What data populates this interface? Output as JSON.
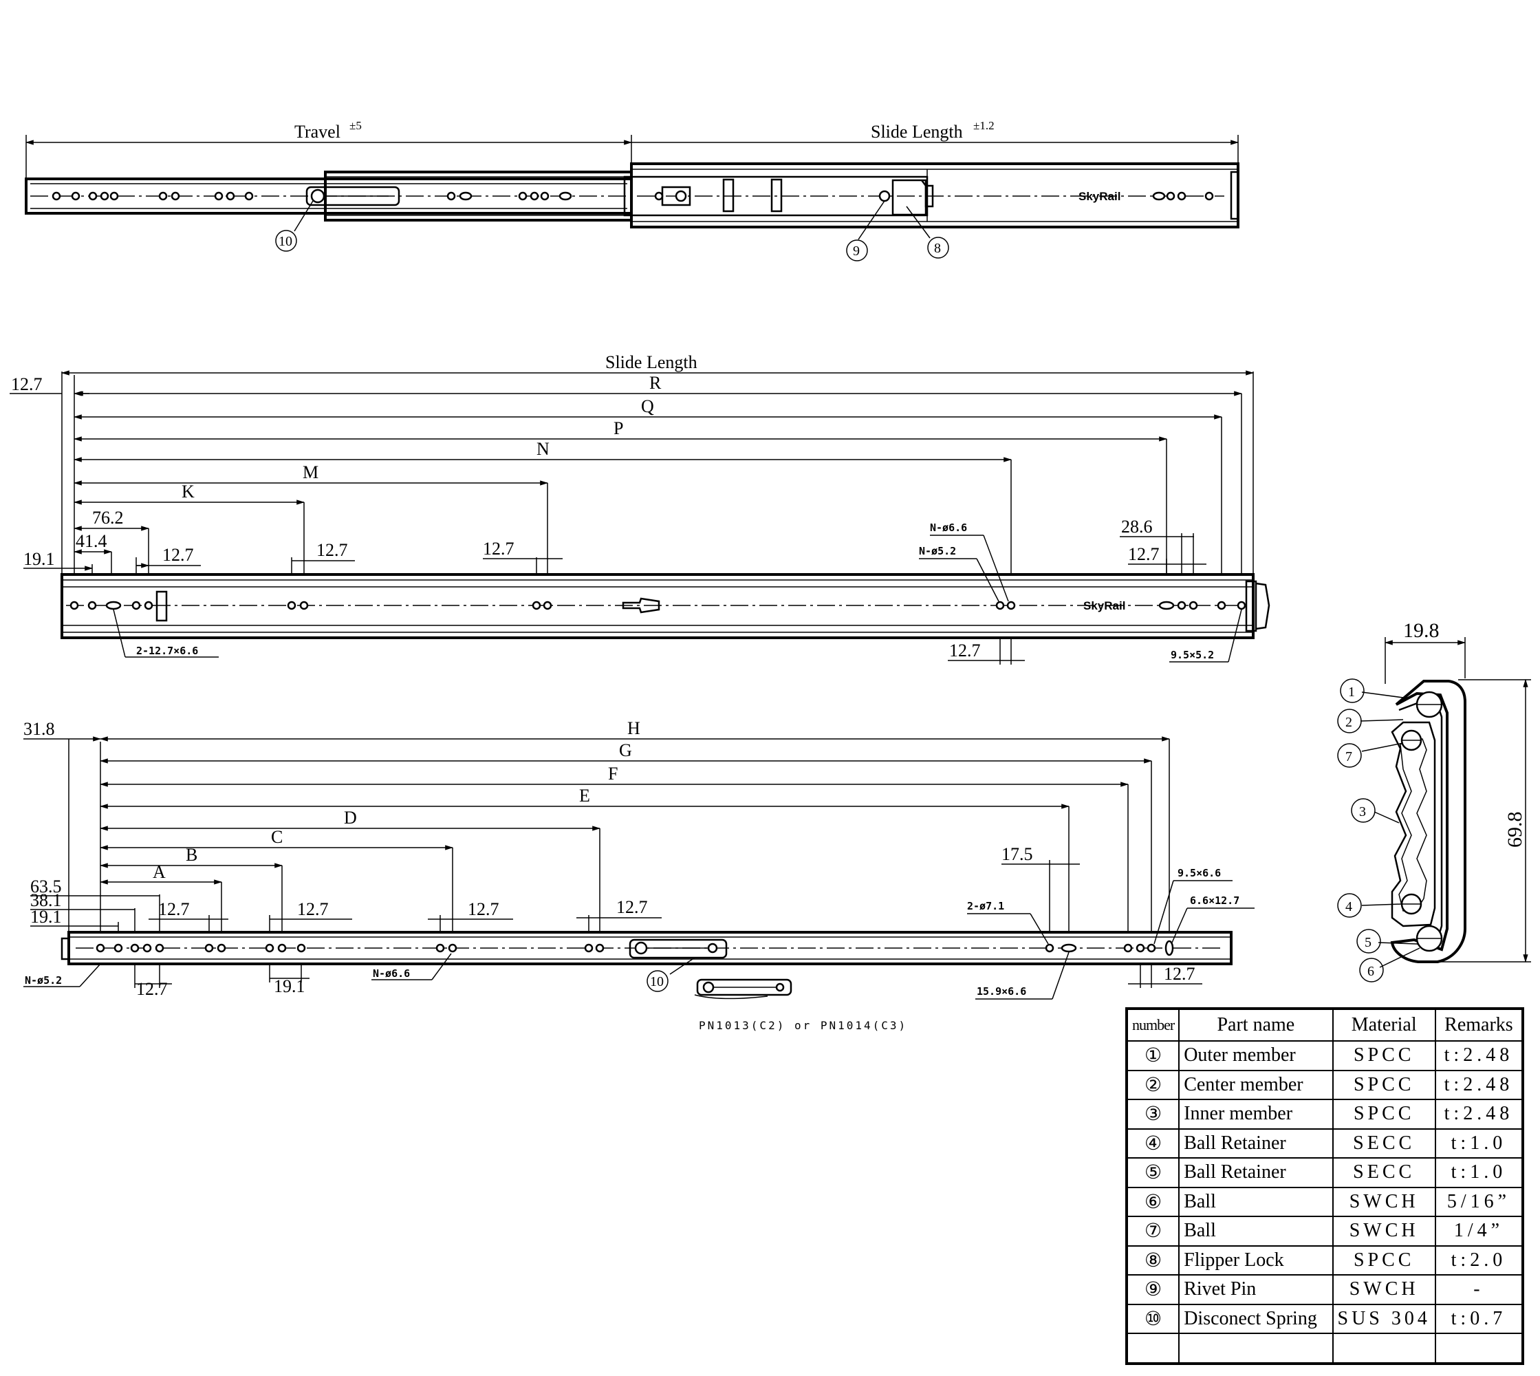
{
  "top_view": {
    "travel_label": "Travel",
    "travel_tol": "±5",
    "slide_length_label": "Slide Length",
    "slide_length_tol": "±1.2",
    "brand": "SkyRail",
    "callouts": [
      "10",
      "9",
      "8"
    ]
  },
  "mid_view": {
    "slide_length_label": "Slide Length",
    "dim_12_7_left": "12.7",
    "letters": [
      "R",
      "Q",
      "P",
      "N",
      "M",
      "K"
    ],
    "dim_76_2": "76.2",
    "dim_41_4": "41.4",
    "dim_19_1": "19.1",
    "dim_12_7_a": "12.7",
    "dim_12_7_b": "12.7",
    "dim_12_7_c": "12.7",
    "note_n66": "N-ø6.6",
    "note_n52": "N-ø5.2",
    "dim_28_6": "28.6",
    "dim_12_7_d": "12.7",
    "dim_12_7_e": "12.7",
    "note_slot": "2-12.7×6.6",
    "note_95x52": "9.5×5.2",
    "brand": "SkyRail"
  },
  "bottom_view": {
    "dim_31_8": "31.8",
    "letters": [
      "H",
      "G",
      "F",
      "E",
      "D",
      "C",
      "B",
      "A"
    ],
    "dim_63_5": "63.5",
    "dim_38_1": "38.1",
    "dim_19_1": "19.1",
    "dim_12_7_a": "12.7",
    "dim_12_7_b": "12.7",
    "dim_12_7_c": "12.7",
    "dim_12_7_d": "12.7",
    "dim_12_7_under": "12.7",
    "dim_19_1_under": "19.1",
    "dim_17_5": "17.5",
    "note_2x71": "2-ø7.1",
    "note_95x66": "9.5×6.6",
    "note_66x127": "6.6×12.7",
    "note_n52": "N-ø5.2",
    "note_n66": "N-ø6.6",
    "note_159x66": "15.9×6.6",
    "dim_12_7_right": "12.7",
    "callout": "10",
    "spring_note": "PN1013(C2) or PN1014(C3)"
  },
  "section_view": {
    "width_dim": "19.8",
    "height_dim": "69.8",
    "callouts": [
      "1",
      "2",
      "7",
      "3",
      "4",
      "5",
      "6"
    ]
  },
  "parts_table": {
    "headers": [
      "number",
      "Part name",
      "Material",
      "Remarks"
    ],
    "rows": [
      {
        "num": "①",
        "name": "Outer member",
        "material": "SPCC",
        "remarks": "t:2.48"
      },
      {
        "num": "②",
        "name": "Center member",
        "material": "SPCC",
        "remarks": "t:2.48"
      },
      {
        "num": "③",
        "name": "Inner member",
        "material": "SPCC",
        "remarks": "t:2.48"
      },
      {
        "num": "④",
        "name": "Ball Retainer",
        "material": "SECC",
        "remarks": "t:1.0"
      },
      {
        "num": "⑤",
        "name": "Ball Retainer",
        "material": "SECC",
        "remarks": "t:1.0"
      },
      {
        "num": "⑥",
        "name": "Ball",
        "material": "SWCH",
        "remarks": "5/16”"
      },
      {
        "num": "⑦",
        "name": "Ball",
        "material": "SWCH",
        "remarks": "1/4”"
      },
      {
        "num": "⑧",
        "name": "Flipper Lock",
        "material": "SPCC",
        "remarks": "t:2.0"
      },
      {
        "num": "⑨",
        "name": "Rivet Pin",
        "material": "SWCH",
        "remarks": "-"
      },
      {
        "num": "⑩",
        "name": "Disconect Spring",
        "material": "SUS 304",
        "remarks": "t:0.7"
      }
    ]
  }
}
